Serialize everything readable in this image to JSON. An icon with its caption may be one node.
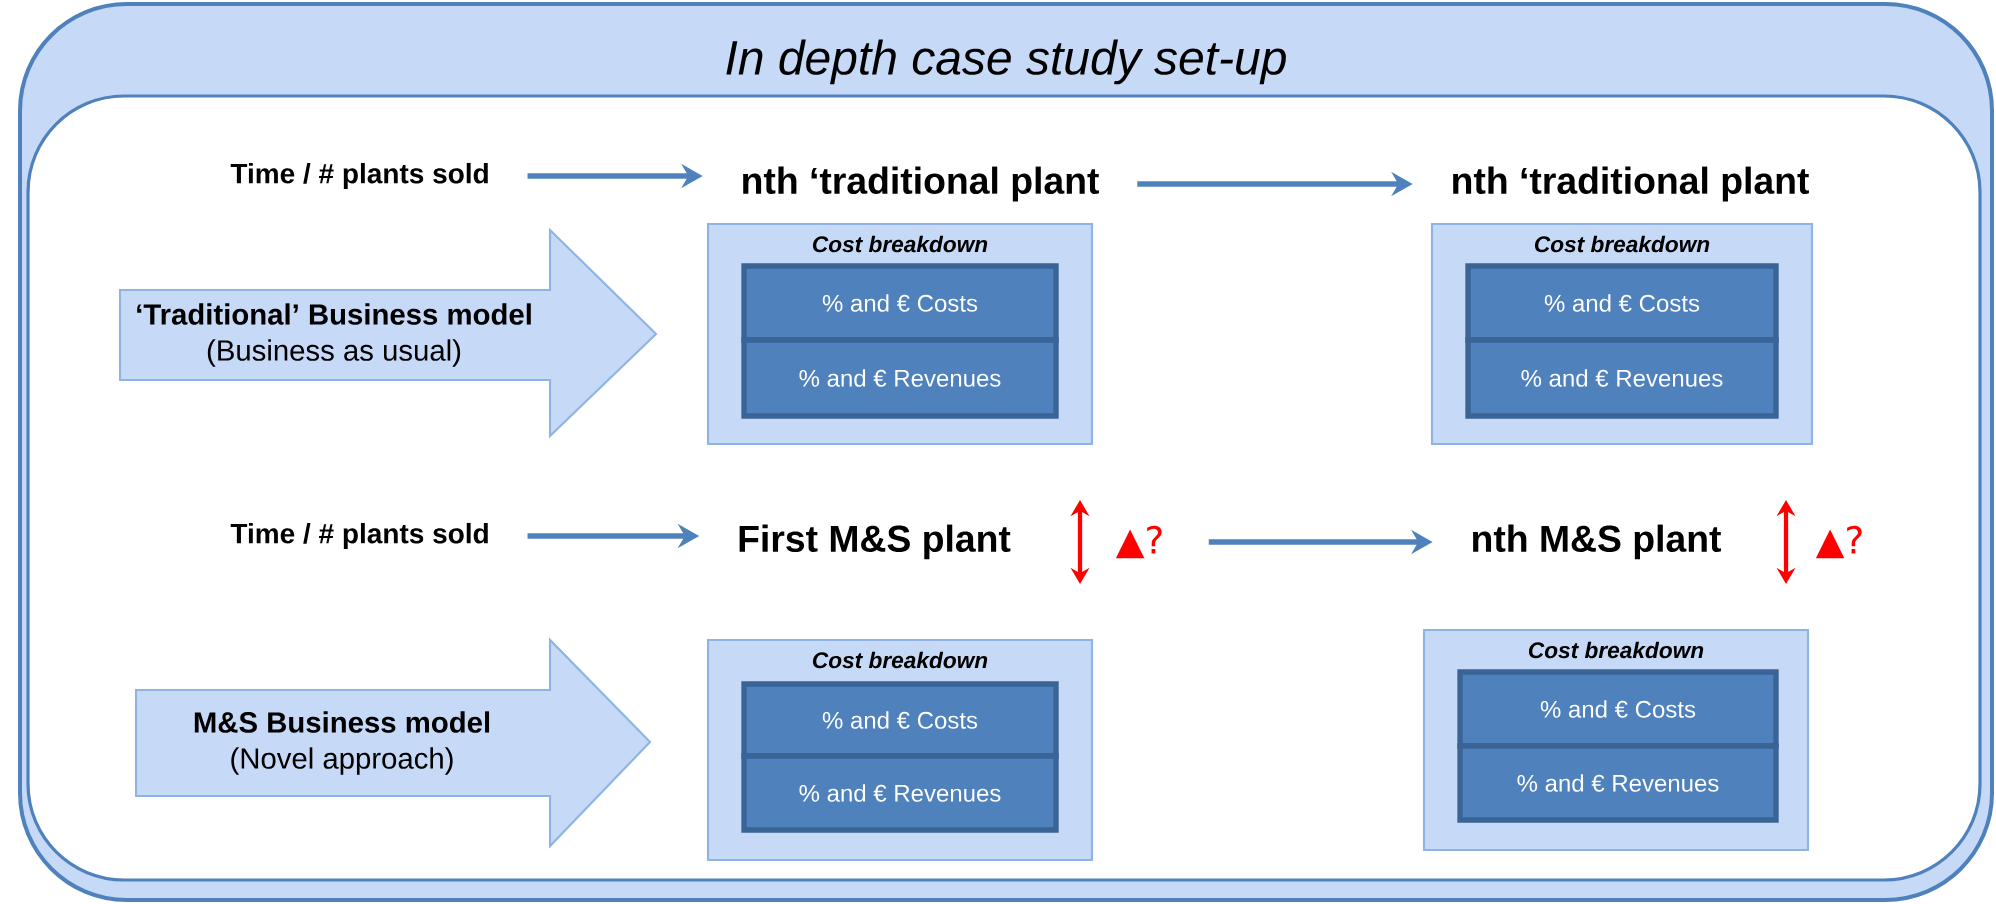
{
  "diagram": {
    "nodes": [
      {
        "text": [
          "In depth case study set-up"
        ]
      },
      {
        "text": [
          "Time / # plants sold"
        ],
        "in": 0
      },
      {
        "text": [
          "nth ‘traditional plant"
        ],
        "in": 0
      },
      {
        "text": [
          "nth ‘traditional plant"
        ],
        "in": 0
      },
      {
        "text": [
          "‘Traditional’ Business model",
          "(Business as usual)"
        ],
        "in": 0
      },
      {
        "text": [
          "Cost breakdown"
        ],
        "in": 0
      },
      {
        "text": [
          "% and € Costs"
        ],
        "in": 5
      },
      {
        "text": [
          "% and € Revenues"
        ],
        "in": 5
      },
      {
        "text": [
          "Cost breakdown"
        ],
        "in": 0
      },
      {
        "text": [
          "% and € Costs"
        ],
        "in": 8
      },
      {
        "text": [
          "% and € Revenues"
        ],
        "in": 8
      },
      {
        "text": [
          "Time / # plants sold"
        ],
        "in": 0
      },
      {
        "text": [
          "First M&S plant"
        ],
        "in": 0,
        "beside": [
          "▲?"
        ]
      },
      {
        "text": [
          "nth M&S plant"
        ],
        "in": 0,
        "beside": [
          "▲?"
        ]
      },
      {
        "text": [
          "M&S Business model",
          "(Novel approach)"
        ],
        "in": 0
      },
      {
        "text": [
          "Cost breakdown"
        ],
        "in": 0
      },
      {
        "text": [
          "% and € Costs"
        ],
        "in": 15
      },
      {
        "text": [
          "% and € Revenues"
        ],
        "in": 15
      },
      {
        "text": [
          "Cost breakdown"
        ],
        "in": 0
      },
      {
        "text": [
          "% and € Costs"
        ],
        "in": 18
      },
      {
        "text": [
          "% and € Revenues"
        ],
        "in": 18
      }
    ],
    "edges": [
      {
        "from": 1,
        "to": 2,
        "arrow": "to"
      },
      {
        "from": 2,
        "to": 3,
        "arrow": "to"
      },
      {
        "from": 11,
        "to": 12,
        "arrow": "to"
      },
      {
        "from": 12,
        "to": 13,
        "arrow": "to"
      }
    ]
  }
}
